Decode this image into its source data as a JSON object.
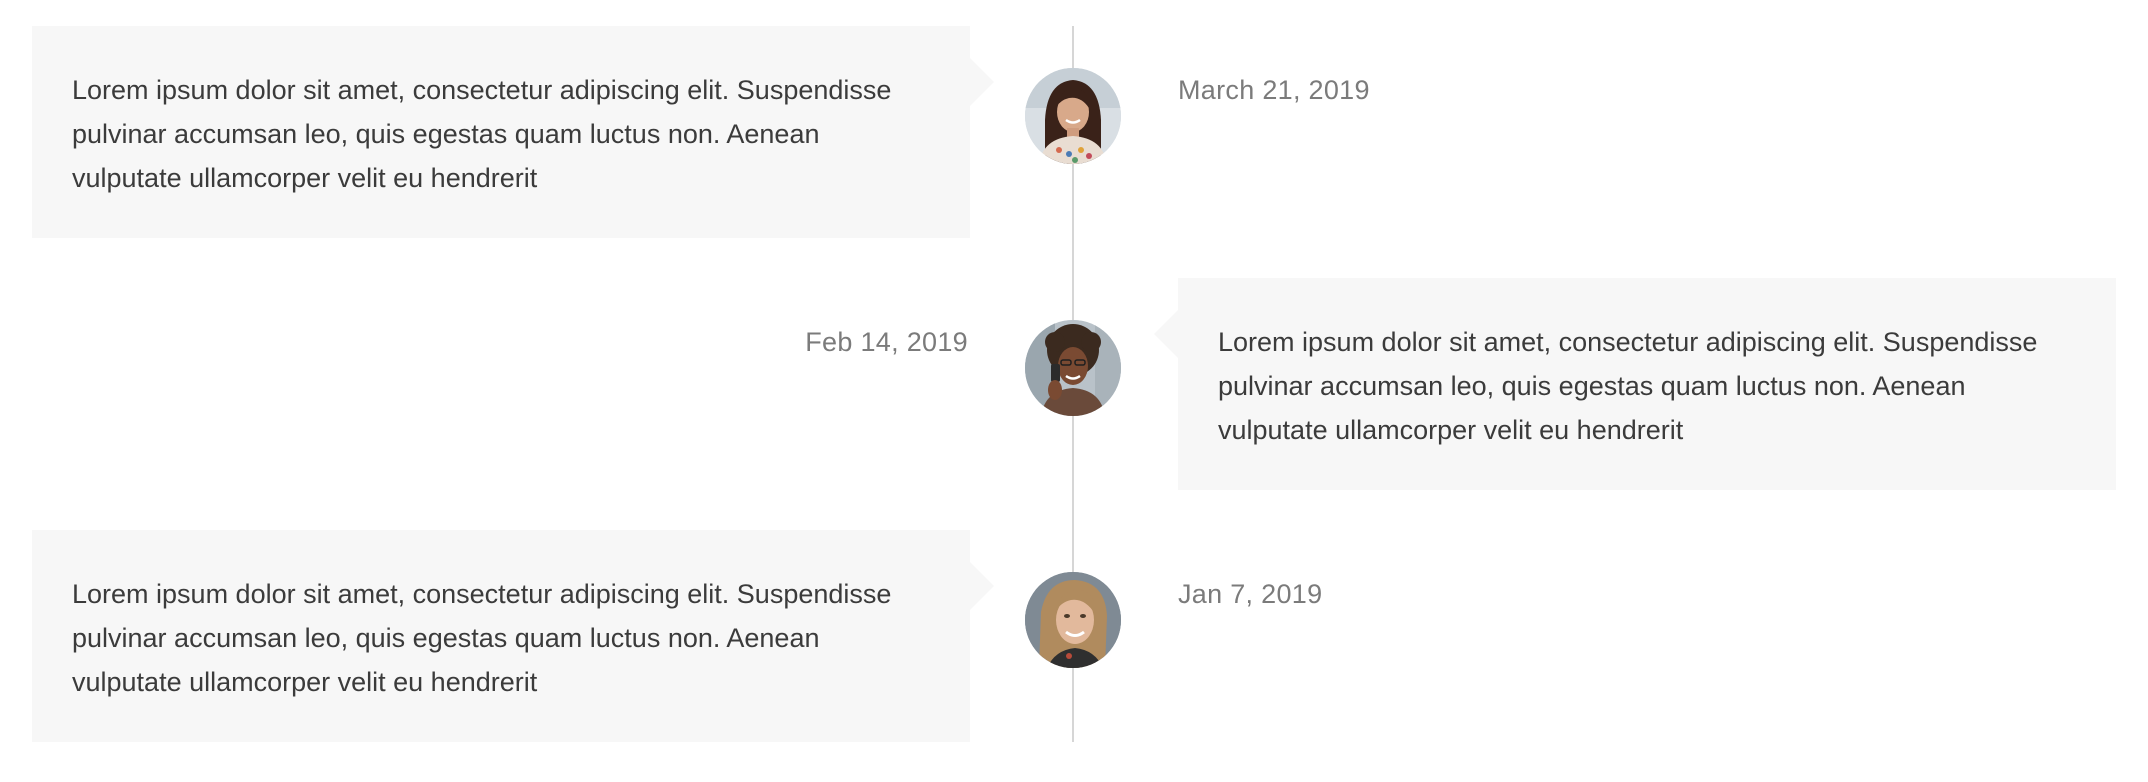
{
  "timeline": {
    "entries": [
      {
        "side": "left",
        "text": "Lorem ipsum dolor sit amet, consectetur adipiscing elit. Suspendisse pulvinar accumsan leo, quis egestas quam luctus non. Aenean vulputate ullamcorper velit eu hendrerit",
        "date": "March 21, 2019",
        "avatar_icon": "user-avatar-1"
      },
      {
        "side": "right",
        "text": "Lorem ipsum dolor sit amet, consectetur adipiscing elit. Suspendisse pulvinar accumsan leo, quis egestas quam luctus non. Aenean vulputate ullamcorper velit eu hendrerit",
        "date": "Feb 14, 2019",
        "avatar_icon": "user-avatar-2"
      },
      {
        "side": "left",
        "text": "Lorem ipsum dolor sit amet, consectetur adipiscing elit. Suspendisse pulvinar accumsan leo, quis egestas quam luctus non. Aenean vulputate ullamcorper velit eu hendrerit",
        "date": "Jan 7, 2019",
        "avatar_icon": "user-avatar-3"
      }
    ]
  },
  "colors": {
    "card_background": "#f7f7f7",
    "line": "#d6d6d6",
    "text": "#3b3b3b",
    "date_text": "#7b7b7b"
  }
}
